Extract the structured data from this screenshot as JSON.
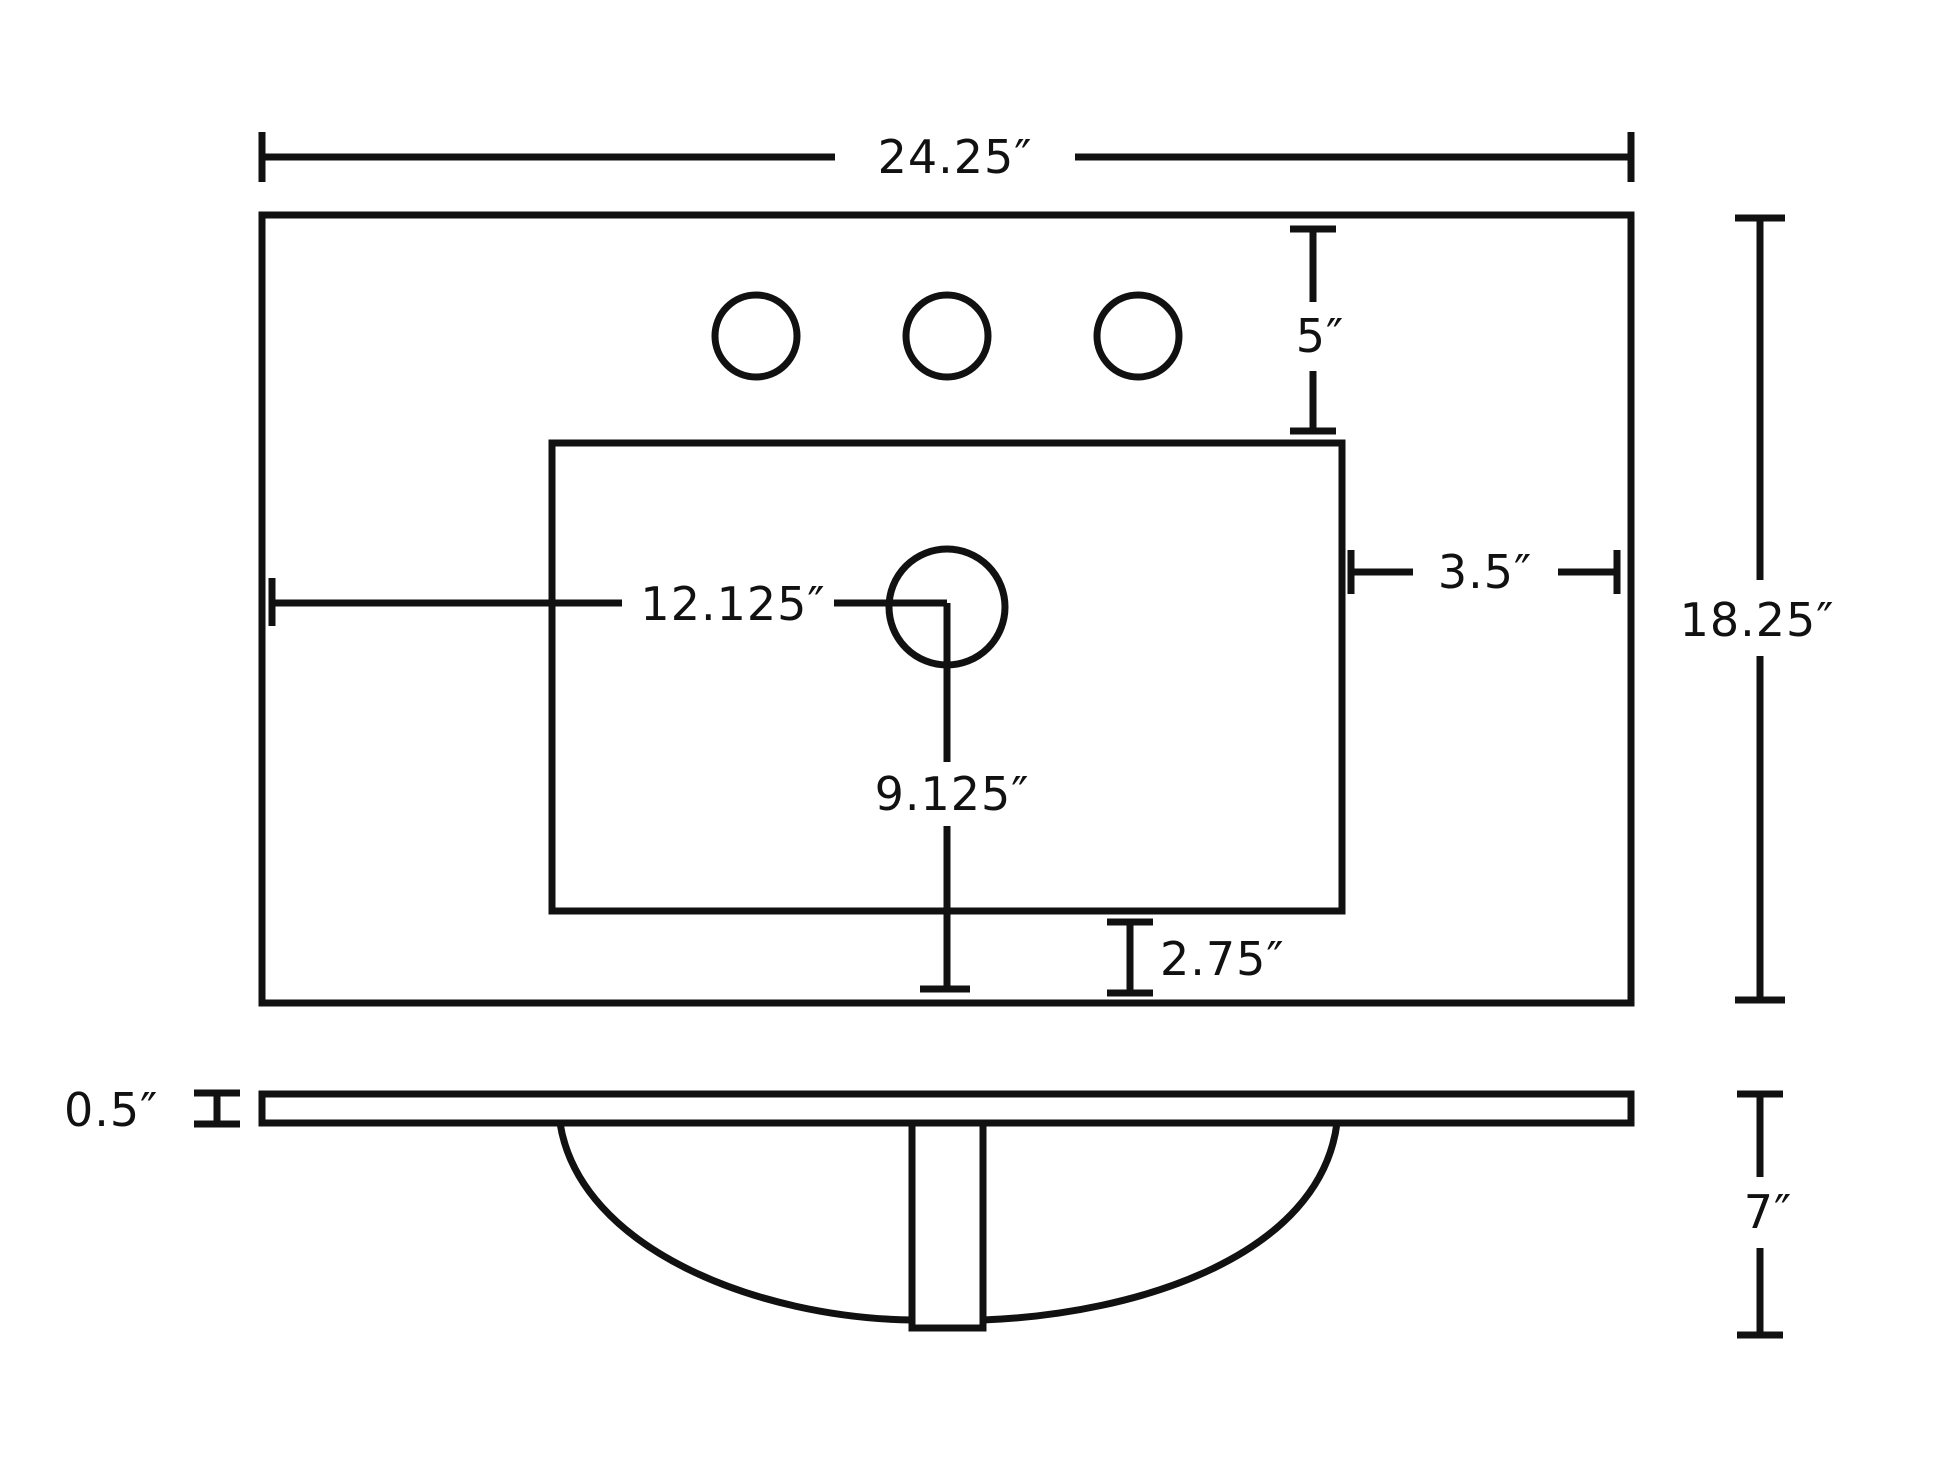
{
  "dimensions": {
    "overall_width": "24.25″",
    "overall_depth": "18.25″",
    "faucet_to_basin": "5″",
    "basin_side_margin": "3.5″",
    "drain_from_left": "12.125″",
    "drain_from_front": "9.125″",
    "basin_front_margin": "2.75″",
    "top_thickness": "0.5″",
    "basin_height": "7″"
  },
  "colors": {
    "line": "#111111",
    "background": "#ffffff"
  }
}
